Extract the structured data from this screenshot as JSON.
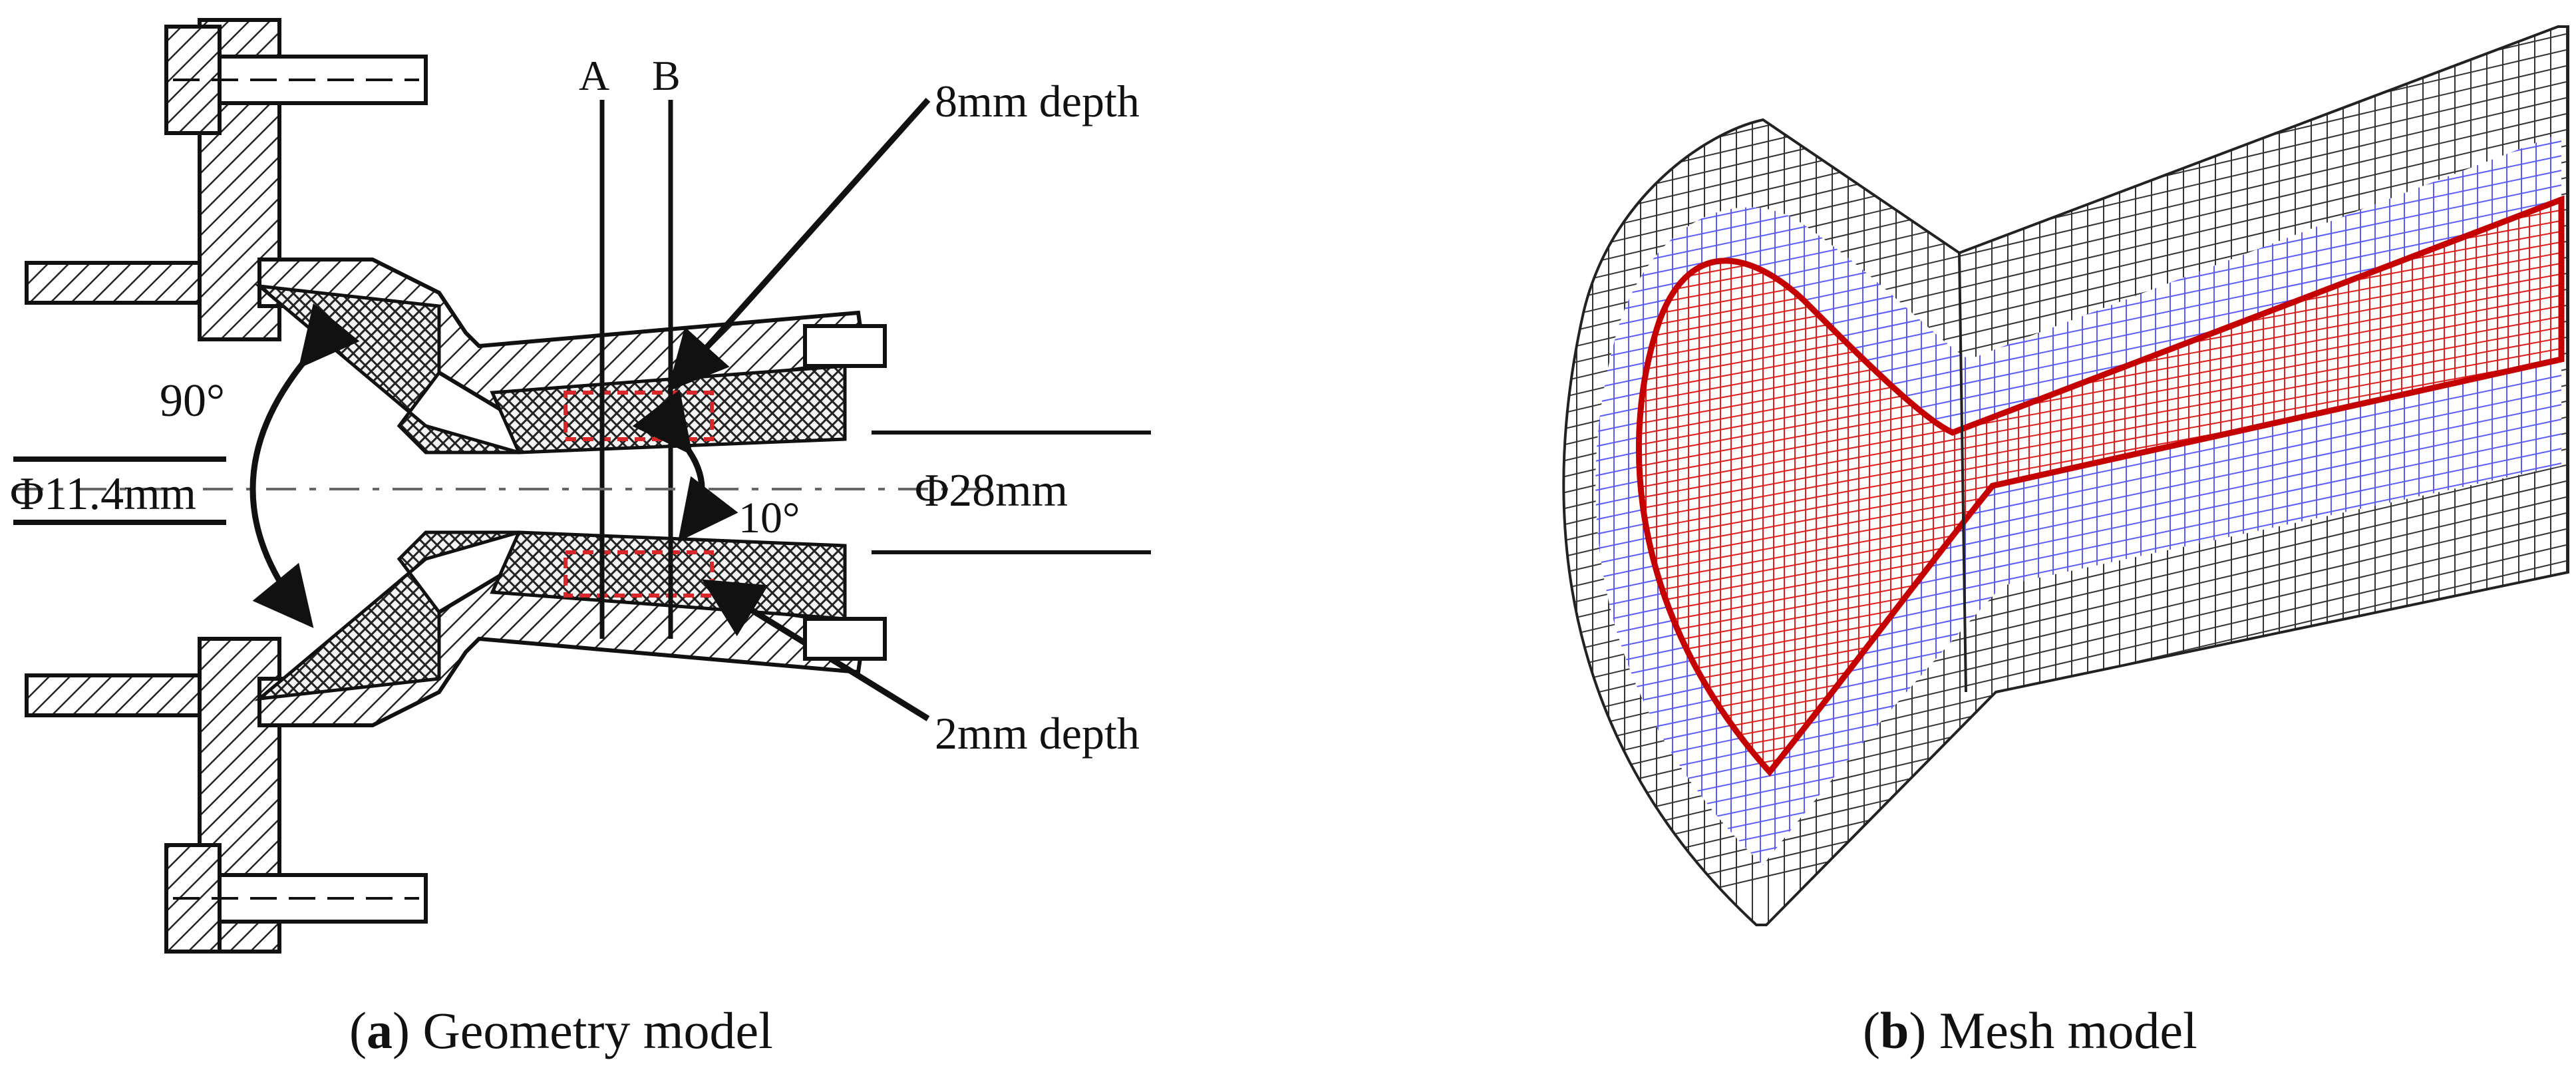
{
  "panel_a": {
    "caption_letter": "a",
    "caption_text": "Geometry model",
    "labels": {
      "section_a": "A",
      "section_b": "B",
      "depth_top": "8mm depth",
      "depth_bottom": "2mm depth",
      "angle_inlet": "90°",
      "angle_outlet": "10°",
      "dia_inlet": "Φ11.4mm",
      "dia_outlet": "Φ28mm"
    }
  },
  "panel_b": {
    "caption_letter": "b",
    "caption_text": "Mesh model"
  },
  "colors": {
    "line": "#111111",
    "hatch": "#222222",
    "defect_red": "#d8262b",
    "mesh_red": "#e21b1b",
    "mesh_blue": "#5a5cff",
    "mesh_black": "#333333"
  }
}
